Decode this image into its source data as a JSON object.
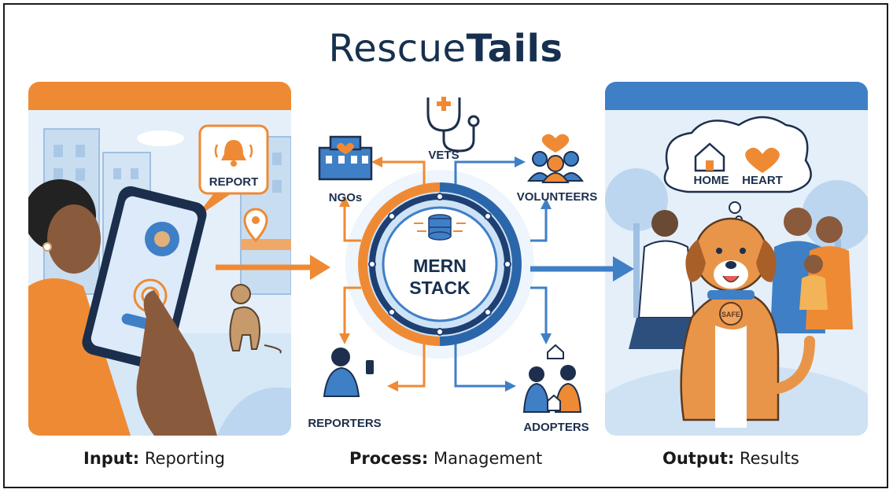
{
  "brand": {
    "light": "Rescue",
    "bold": "Tails"
  },
  "input_panel": {
    "bubble_label": "REPORT"
  },
  "output_panel": {
    "thought_home": "HOME",
    "thought_heart": "HEART",
    "tag": "SAFE"
  },
  "hub": {
    "line1": "MERN",
    "line2": "STACK"
  },
  "nodes": {
    "vets": "VETS",
    "ngos": "NGOs",
    "volunteers": "VOLUNTEERS",
    "reporters": "REPORTERS",
    "adopters": "ADOPTERS"
  },
  "captions": {
    "input_bold": "Input:",
    "input_rest": "Reporting",
    "process_bold": "Process:",
    "process_rest": "Management",
    "output_bold": "Output:",
    "output_rest": "Results"
  },
  "colors": {
    "navy": "#17304f",
    "blue": "#3f7fc6",
    "orange": "#ef8a34",
    "light_blue": "#cfe3f6"
  }
}
